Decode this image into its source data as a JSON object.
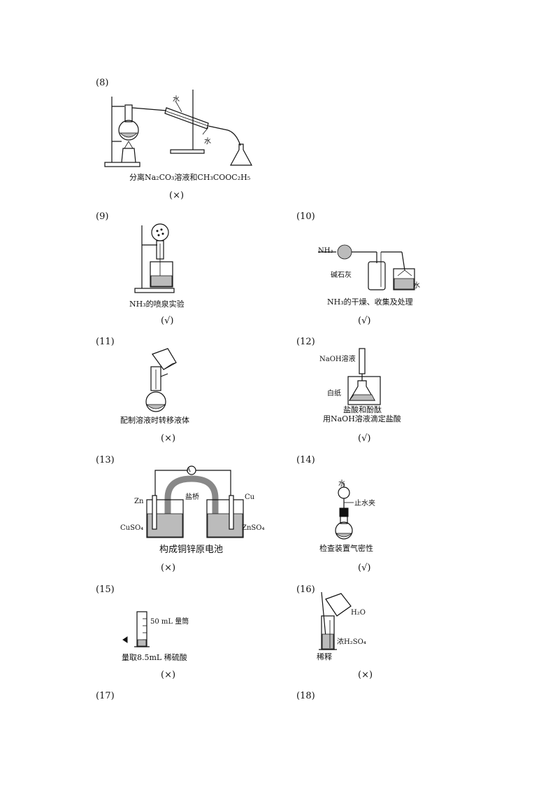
{
  "items": [
    {
      "num": "(8)",
      "caption": "分离Na₂CO₃溶液和CH₃COOC₂H₅",
      "labels": {
        "water_top": "水",
        "water_bottom": "水"
      },
      "mark": "(×)"
    },
    {
      "num": "(9)",
      "caption": "NH₃的喷泉实验",
      "mark": "(√)"
    },
    {
      "num": "(10)",
      "caption": "NH₃的干燥、收集及处理",
      "labels": {
        "gas": "NH₃",
        "drying": "碱石灰",
        "water": "水"
      },
      "mark": "(√)"
    },
    {
      "num": "(11)",
      "caption": "配制溶液时转移液体",
      "mark": "(×)"
    },
    {
      "num": "(12)",
      "caption_line1": "盐酸和酚酞",
      "caption_line2": "用NaOH溶液滴定盐酸",
      "labels": {
        "naoh": "NaOH溶液",
        "paper": "白纸"
      },
      "mark": "(√)"
    },
    {
      "num": "(13)",
      "caption": "构成铜锌原电池",
      "labels": {
        "zn": "Zn",
        "cu": "Cu",
        "bridge": "盐桥",
        "cuso4": "CuSO₄",
        "znso4": "ZnSO₄",
        "ammeter": "A"
      },
      "mark": "(×)"
    },
    {
      "num": "(14)",
      "caption": "检查装置气密性",
      "labels": {
        "water": "水",
        "clamp": "止水夹"
      },
      "mark": "(√)"
    },
    {
      "num": "(15)",
      "caption": "量取8.5mL 稀硫酸",
      "labels": {
        "cylinder": "50 mL 量筒"
      },
      "mark": "(×)"
    },
    {
      "num": "(16)",
      "caption": "稀释",
      "labels": {
        "h2o": "H₂O",
        "h2so4": "浓H₂SO₄"
      },
      "mark": "(×)"
    },
    {
      "num": "(17)"
    },
    {
      "num": "(18)"
    }
  ]
}
